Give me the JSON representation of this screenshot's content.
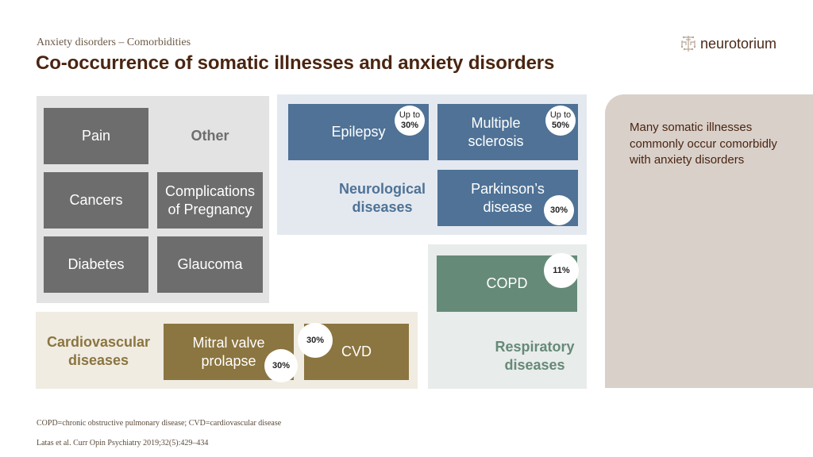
{
  "header": {
    "subtitle": "Anxiety disorders – Comorbidities",
    "title": "Co-occurrence of somatic illnesses and anxiety disorders"
  },
  "logo": {
    "icon": "brain-circuit-icon",
    "text": "neurotorium"
  },
  "colors": {
    "title": "#4a2511",
    "other_bg": "#e3e3e3",
    "other_tile": "#6d6d6d",
    "other_label": "#6d6d6d",
    "neuro_bg": "#e4e9f0",
    "neuro_tile": "#4f7296",
    "neuro_label": "#4f7296",
    "cardio_bg": "#f0ece2",
    "cardio_tile": "#8b7540",
    "cardio_label": "#8b7540",
    "resp_bg": "#e8eceb",
    "resp_tile": "#668a78",
    "resp_label": "#668a78",
    "side_bg": "#d9d0ca"
  },
  "groups": {
    "other": {
      "label": "Other",
      "tiles": [
        "Pain",
        "Cancers",
        "Complications of Pregnancy",
        "Diabetes",
        "Glaucoma"
      ]
    },
    "neurological": {
      "label": "Neurological diseases",
      "tiles": [
        {
          "name": "Epilepsy",
          "badge_prefix": "Up to",
          "badge_value": "30%"
        },
        {
          "name": "Multiple sclerosis",
          "badge_prefix": "Up to",
          "badge_value": "50%"
        },
        {
          "name": "Parkinson’s disease",
          "badge_prefix": "",
          "badge_value": "30%"
        }
      ]
    },
    "cardiovascular": {
      "label": "Cardiovascular diseases",
      "tiles": [
        {
          "name": "Mitral valve prolapse",
          "badge_value": "30%"
        },
        {
          "name": "CVD",
          "badge_value": "30%"
        }
      ]
    },
    "respiratory": {
      "label": "Respiratory diseases",
      "tiles": [
        {
          "name": "COPD",
          "badge_value": "11%"
        }
      ]
    }
  },
  "side_panel": {
    "text": "Many somatic illnesses commonly occur comorbidly with anxiety disorders"
  },
  "footer": {
    "abbreviations": "COPD=chronic obstructive pulmonary disease; CVD=cardiovascular disease",
    "reference": "Latas et al. Curr Opin Psychiatry 2019;32(5):429–434"
  }
}
